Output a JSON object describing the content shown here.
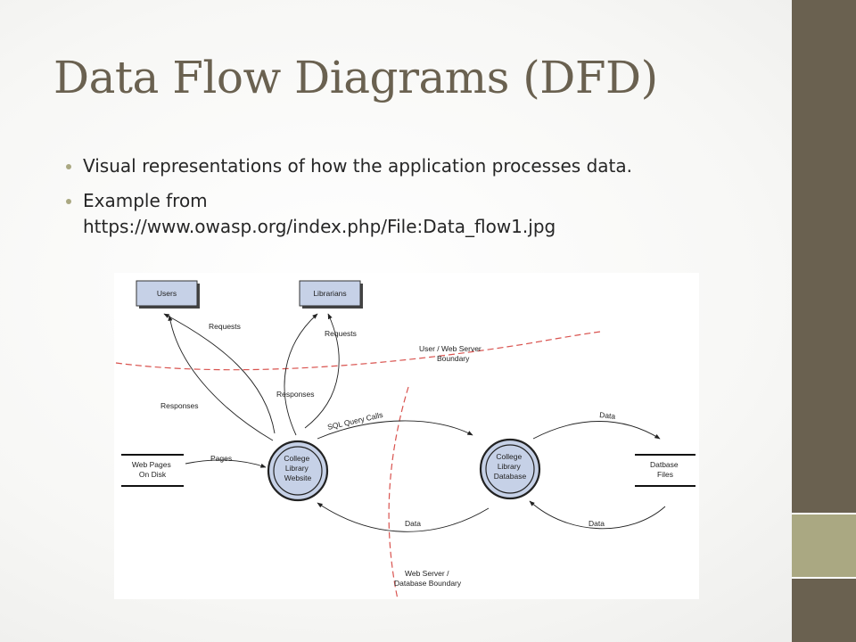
{
  "slide": {
    "title": "Data Flow Diagrams (DFD)",
    "bullets": [
      {
        "text": "Visual representations of how the application processes data."
      },
      {
        "line1": "Example from",
        "line2": "https://www.owasp.org/index.php/File:Data_flow1.jpg"
      }
    ]
  },
  "colors": {
    "title": "#6a6150",
    "sidebar_dark": "#6a6150",
    "sidebar_light": "#aaa882",
    "bullet": "#aaa882",
    "entity_fill": "#c6d1e7",
    "boundary": "#d9534f"
  },
  "diagram": {
    "entities": {
      "users": "Users",
      "librarians": "Librarians"
    },
    "processes": {
      "website": [
        "College",
        "Library",
        "Website"
      ],
      "database": [
        "College",
        "Library",
        "Database"
      ]
    },
    "stores": {
      "web_pages": [
        "Web Pages",
        "On Disk"
      ],
      "db_files": [
        "Datbase",
        "Files"
      ]
    },
    "flows": {
      "requests_users": "Requests",
      "responses_users": "Responses",
      "requests_librarians": "Requests",
      "responses_librarians": "Responses",
      "sql_calls": "SQL Query Calls",
      "data_to_files": "Data",
      "pages": "Pages",
      "data_to_website": "Data",
      "data_from_files": "Data"
    },
    "boundaries": {
      "user_web": [
        "User / Web Server",
        "Boundary"
      ],
      "web_db": [
        "Web Server /",
        "Database Boundary"
      ]
    }
  }
}
